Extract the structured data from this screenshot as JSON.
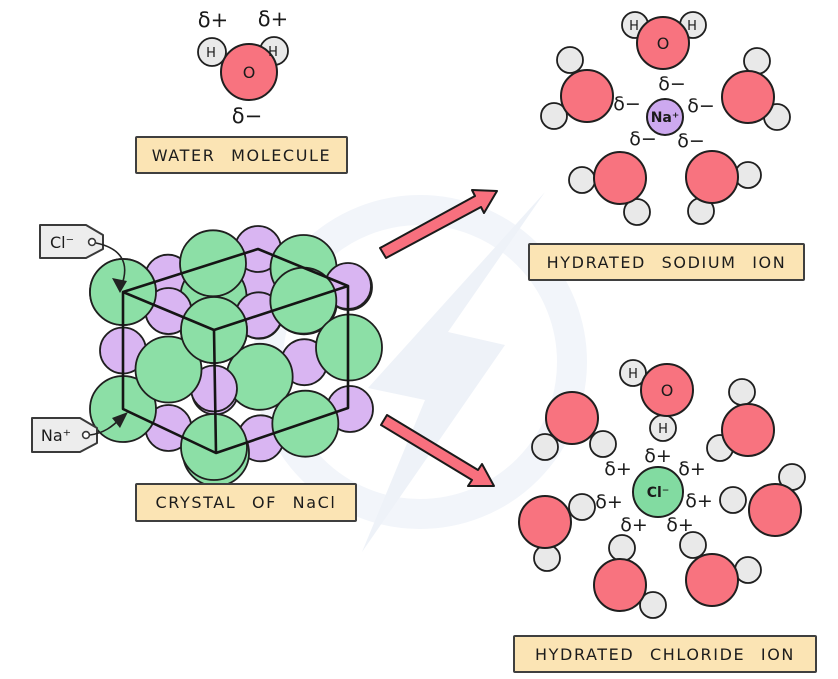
{
  "palette": {
    "label_bg": "#FBE4B4",
    "label_border": "#3F3F3F",
    "sphere_green": "#8CDFA6",
    "sphere_purple": "#D9B5F2",
    "oxygen_red": "#F8737F",
    "hydrogen_gray": "#E9E9E9",
    "ion_sodium": "#CDA9EF",
    "ion_chloride": "#82DBA1",
    "arrow_pink": "#F8707E",
    "outline": "#1F1F1F",
    "watermark": "#EEF2F8"
  },
  "water_molecule": {
    "caption": "WATER MOLECULE",
    "oxygen_label": "O",
    "hydrogen_label": "H",
    "delta_plus": "δ+",
    "delta_minus": "δ−"
  },
  "crystal": {
    "caption": "CRYSTAL OF NaCl",
    "chloride_tag": "Cl⁻",
    "sodium_tag": "Na⁺"
  },
  "hydrated_sodium_ion": {
    "caption": "HYDRATED SODIUM ION",
    "ion_label": "Na⁺",
    "delta_minus": "δ−",
    "oxygen_label": "O",
    "hydrogen_label": "H",
    "water_count": 5
  },
  "hydrated_chloride_ion": {
    "caption": "HYDRATED CHLORIDE ION",
    "ion_label": "Cl⁻",
    "delta_plus": "δ+",
    "oxygen_label": "O",
    "hydrogen_label": "H",
    "water_count": 7
  }
}
